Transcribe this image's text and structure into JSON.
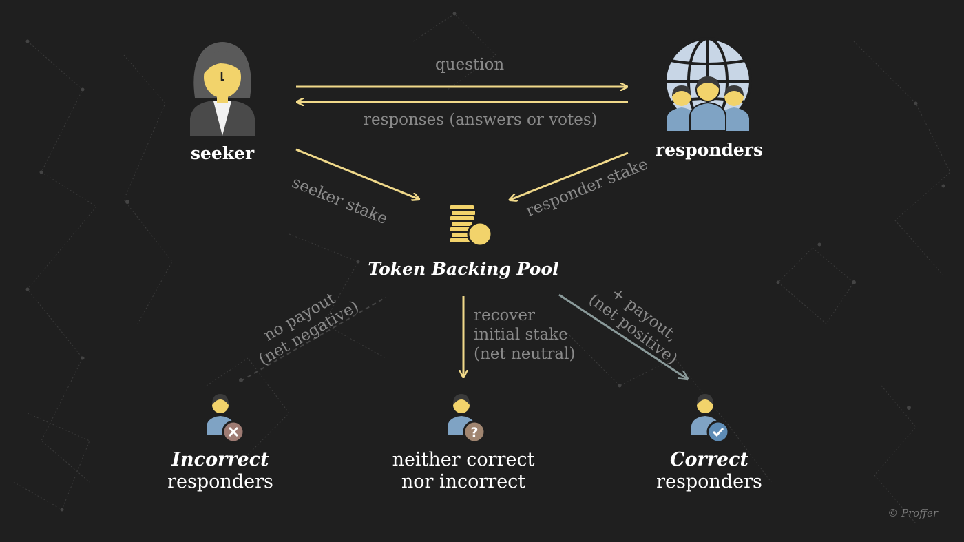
{
  "nodes": {
    "seeker": {
      "label": "seeker",
      "icon": "seeker-person-icon"
    },
    "responders": {
      "label": "responders",
      "icon": "globe-group-icon"
    },
    "pool": {
      "label": "Token Backing Pool",
      "icon": "coin-stack-icon"
    }
  },
  "edges": {
    "question": "question",
    "responses": "responses (answers or votes)",
    "seeker_stake": "seeker stake",
    "responder_stake": "responder stake",
    "no_payout": [
      "no payout",
      "(net negative)"
    ],
    "recover": [
      "recover",
      "initial stake",
      "(net neutral)"
    ],
    "plus_payout": [
      "+ payout,",
      "(net positive)"
    ]
  },
  "outcomes": {
    "incorrect": {
      "emphasis": "Incorrect",
      "rest": "responders",
      "badge": "x-badge-icon"
    },
    "neither": {
      "line1": "neither correct",
      "line2": "nor incorrect",
      "badge": "question-badge-icon"
    },
    "correct": {
      "emphasis": "Correct",
      "rest": "responders",
      "badge": "check-badge-icon"
    }
  },
  "credit": "© Proffer",
  "colors": {
    "background": "#1f1f1f",
    "arrow_yellow": "#f0d98a",
    "arrow_gray": "#8a9a9a",
    "coin": "#f2d36b",
    "person_blue": "#7fa3c4",
    "badge_x": "#9e7b73",
    "badge_q": "#a08570",
    "badge_check": "#5e8cb6"
  }
}
